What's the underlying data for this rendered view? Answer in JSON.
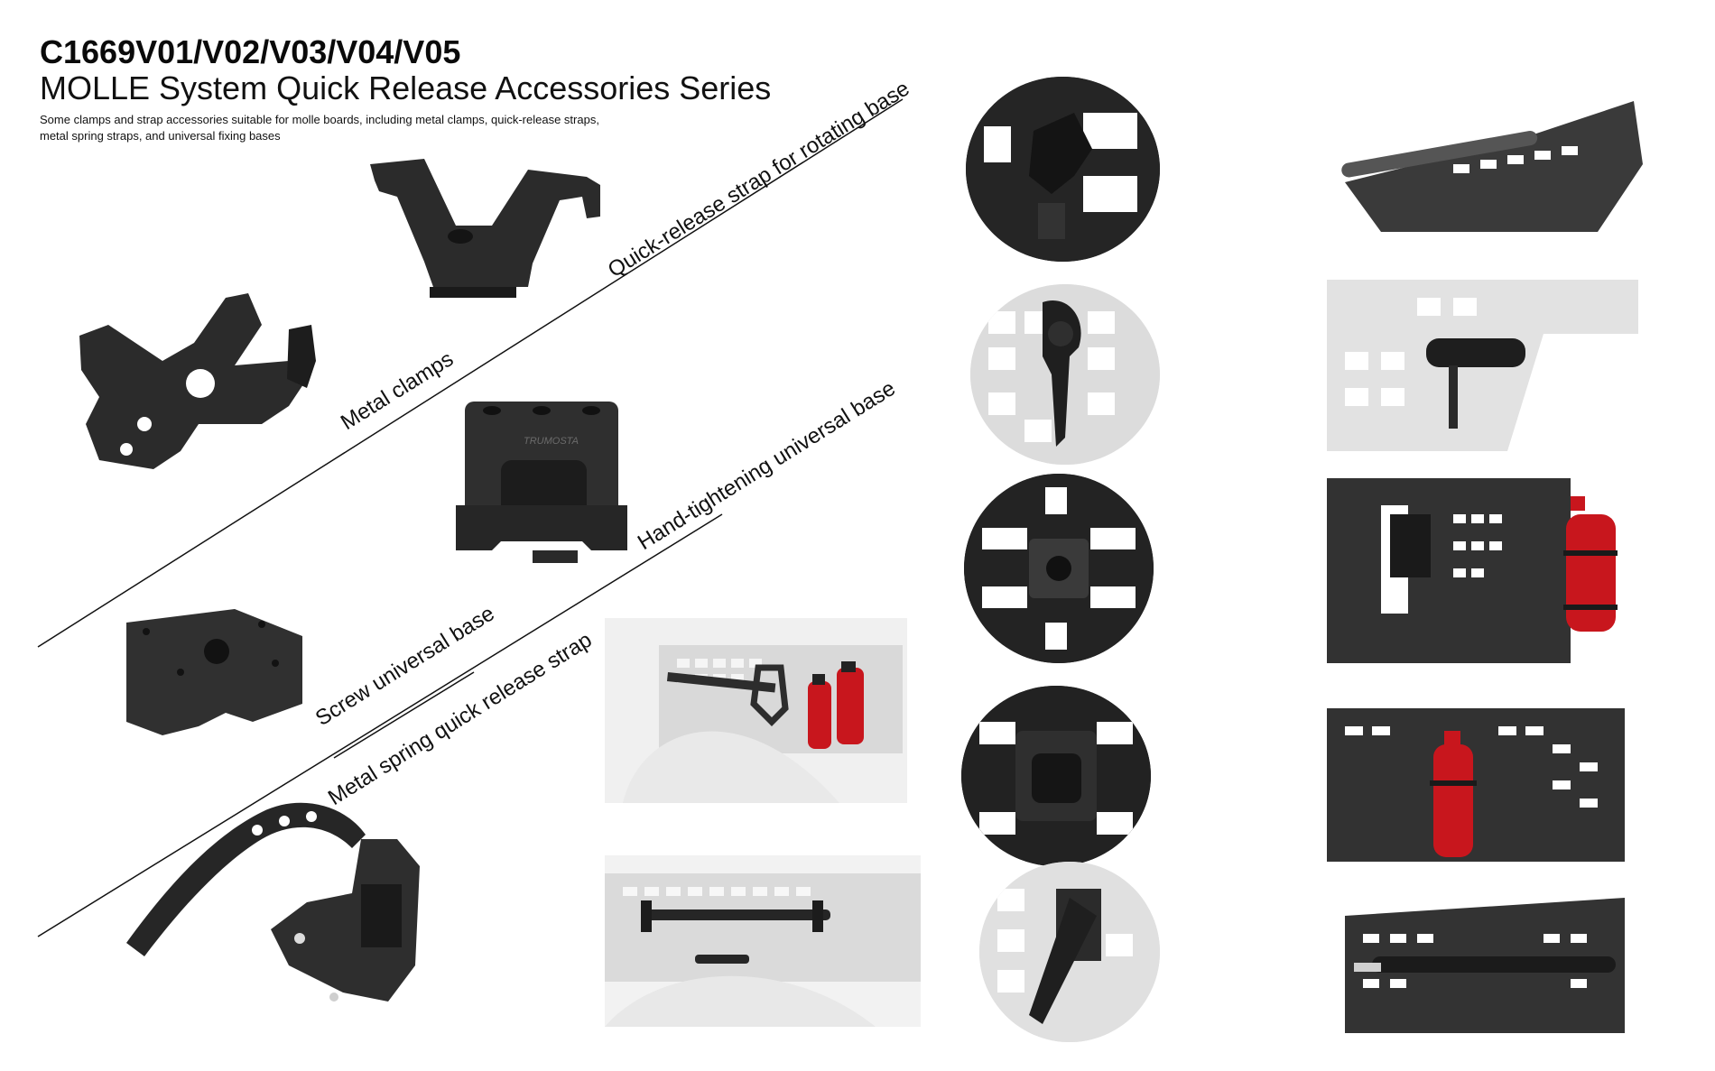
{
  "header": {
    "model_codes": "C1669V01/V02/V03/V04/V05",
    "series_title": "MOLLE System Quick Release Accessories Series",
    "description_line1": "Some clamps and strap accessories suitable for molle boards, including metal clamps, quick-release straps,",
    "description_line2": " metal spring straps, and universal fixing bases"
  },
  "labels": {
    "rotating_base_strap": "Quick-release strap for rotating base",
    "metal_clamps": "Metal clamps",
    "hand_tightening_base": "Hand-tightening universal base",
    "screw_base": "Screw universal base",
    "spring_strap": "Metal spring quick release strap"
  },
  "brand_marks": {
    "product_logo": "TRUMOSTA"
  },
  "colors": {
    "product_black": "#2b2b2b",
    "panel_white": "#e6e6e6",
    "extinguisher_red": "#c8161d",
    "line": "#111111"
  }
}
